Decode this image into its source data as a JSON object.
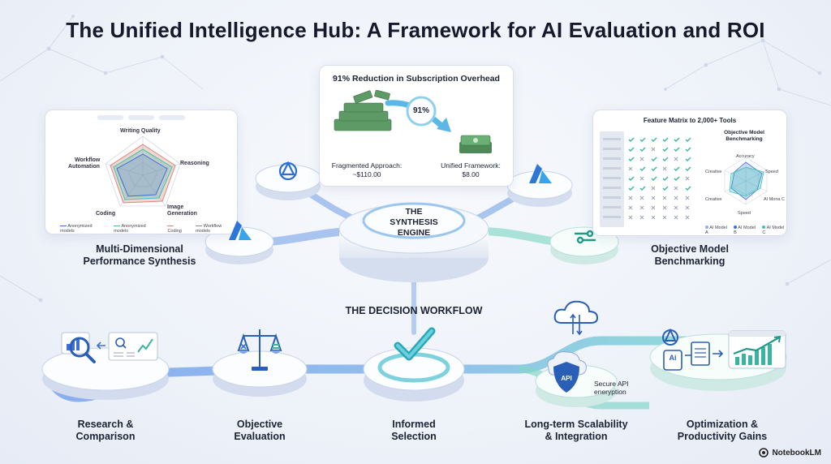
{
  "title": "The Unified Intelligence Hub: A Framework for AI Evaluation and ROI",
  "engine": {
    "line1": "THE",
    "line2": "SYNTHESIS",
    "line3": "ENGINE"
  },
  "reduction_card": {
    "title": "91% Reduction in Subscription Overhead",
    "percent": "91%",
    "left_label": "Fragmented Approach:",
    "left_value": "~$110.00",
    "right_label": "Unified Framework:",
    "right_value": "$8.00"
  },
  "radar_card": {
    "axes": {
      "top": "Writing Quality",
      "right": "Reasoning",
      "bottom_right_1": "Image",
      "bottom_right_2": "Generation",
      "bottom_left": "Coding",
      "left_1": "Workflow",
      "left_2": "Automation"
    },
    "legend": [
      "Anonymized models",
      "Anonymized models",
      "Coding",
      "Workflow models"
    ],
    "caption_1": "Multi-Dimensional",
    "caption_2": "Performance Synthesis"
  },
  "matrix_card": {
    "title": "Feature Matrix to 2,000+ Tools",
    "sub_1": "Objective Model",
    "sub_2": "Benchmarking",
    "radar_axes": {
      "top": "Accuracy",
      "right": "Speed",
      "bottom": "Speed",
      "left_top": "Creative",
      "left_bottom": "Creative",
      "right_bottom": "AI Mona C"
    },
    "legend": [
      "AI Model A",
      "AI Model B",
      "AI Model C"
    ],
    "caption_1": "Objective Model",
    "caption_2": "Benchmarking"
  },
  "workflow": {
    "heading": "THE DECISION WORKFLOW",
    "steps": [
      {
        "l1": "Research &",
        "l2": "Comparison"
      },
      {
        "l1": "Objective",
        "l2": "Evaluation"
      },
      {
        "l1": "Informed",
        "l2": "Selection"
      },
      {
        "l1": "Long-term Scalability",
        "l2": "& Integration"
      },
      {
        "l1": "Optimization &",
        "l2": "Productivity Gains"
      }
    ],
    "api_badge": "API",
    "api_label_1": "Secure API",
    "api_label_2": "eneryption",
    "ai_badge": "Ai"
  },
  "brand": "NotebookLM",
  "colors": {
    "accent_blue": "#3c6fd8",
    "accent_teal": "#3cc4b4",
    "path_blue": "#6f9be8",
    "path_teal": "#6fd6c8",
    "cash_green": "#4d8a57"
  },
  "icons": [
    "openai-icon",
    "azure-icon",
    "cash-icon",
    "check-icon",
    "scales-icon",
    "cloud-icon",
    "magnifier-icon",
    "chart-icon",
    "document-icon",
    "toggle-icon"
  ]
}
